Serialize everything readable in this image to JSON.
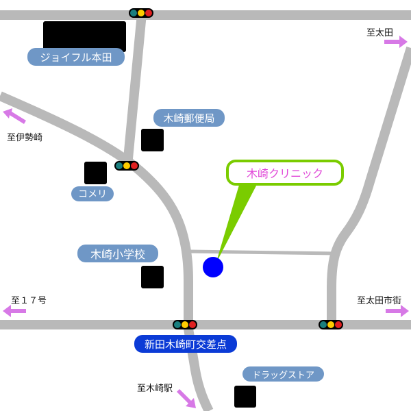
{
  "colors": {
    "road": "#b9b9b9",
    "road_dark": "#9e9e9e",
    "pill_bg": "#6f97c6",
    "intersection_pill_bg": "#0b3bd6",
    "arrow": "#d779e6",
    "clinic_text": "#e048d8",
    "callout_green": "#7acc00",
    "clinic_marker": "#0000ff",
    "building": "#000000"
  },
  "labels": {
    "joyful_honda": "ジョイフル本田",
    "post_office": "木崎郵便局",
    "komeri": "コメリ",
    "elementary_school": "木崎小学校",
    "intersection": "新田木崎町交差点",
    "drugstore": "ドラッグストア",
    "clinic": "木崎クリニック"
  },
  "directions": {
    "ota": "至太田",
    "isesaki": "至伊勢崎",
    "route17": "至１７号",
    "ota_city": "至太田市街",
    "kizaki_station": "至木崎駅"
  },
  "icons": {
    "traffic_light": "traffic-light-icon",
    "arrow": "direction-arrow-icon",
    "marker": "clinic-marker-icon"
  }
}
